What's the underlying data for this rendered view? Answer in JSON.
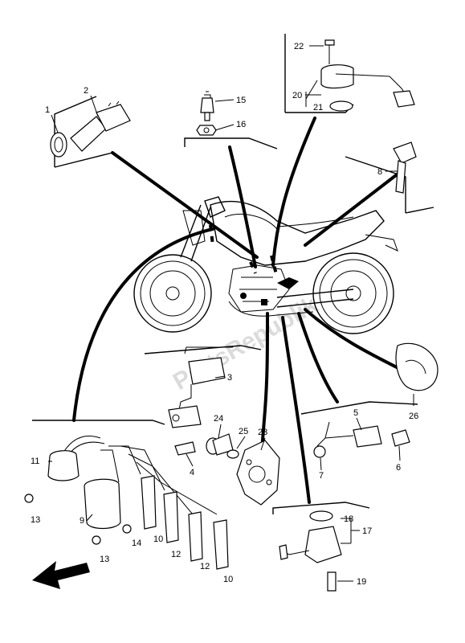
{
  "watermark": "PartsRepublik",
  "callouts": [
    {
      "id": "c1",
      "text": "1"
    },
    {
      "id": "c2",
      "text": "2"
    },
    {
      "id": "c3",
      "text": "3"
    },
    {
      "id": "c4",
      "text": "4"
    },
    {
      "id": "c5",
      "text": "5"
    },
    {
      "id": "c6",
      "text": "6"
    },
    {
      "id": "c7",
      "text": "7"
    },
    {
      "id": "c8",
      "text": "8"
    },
    {
      "id": "c9",
      "text": "9"
    },
    {
      "id": "c10a",
      "text": "10"
    },
    {
      "id": "c10b",
      "text": "10"
    },
    {
      "id": "c11",
      "text": "11"
    },
    {
      "id": "c12a",
      "text": "12"
    },
    {
      "id": "c12b",
      "text": "12"
    },
    {
      "id": "c13a",
      "text": "13"
    },
    {
      "id": "c13b",
      "text": "13"
    },
    {
      "id": "c14",
      "text": "14"
    },
    {
      "id": "c15",
      "text": "15"
    },
    {
      "id": "c16",
      "text": "16"
    },
    {
      "id": "c17",
      "text": "17"
    },
    {
      "id": "c18",
      "text": "18"
    },
    {
      "id": "c19",
      "text": "19"
    },
    {
      "id": "c20",
      "text": "20"
    },
    {
      "id": "c21",
      "text": "21"
    },
    {
      "id": "c22",
      "text": "22"
    },
    {
      "id": "c23",
      "text": "23"
    },
    {
      "id": "c24",
      "text": "24"
    },
    {
      "id": "c25",
      "text": "25"
    },
    {
      "id": "c26",
      "text": "26"
    }
  ]
}
